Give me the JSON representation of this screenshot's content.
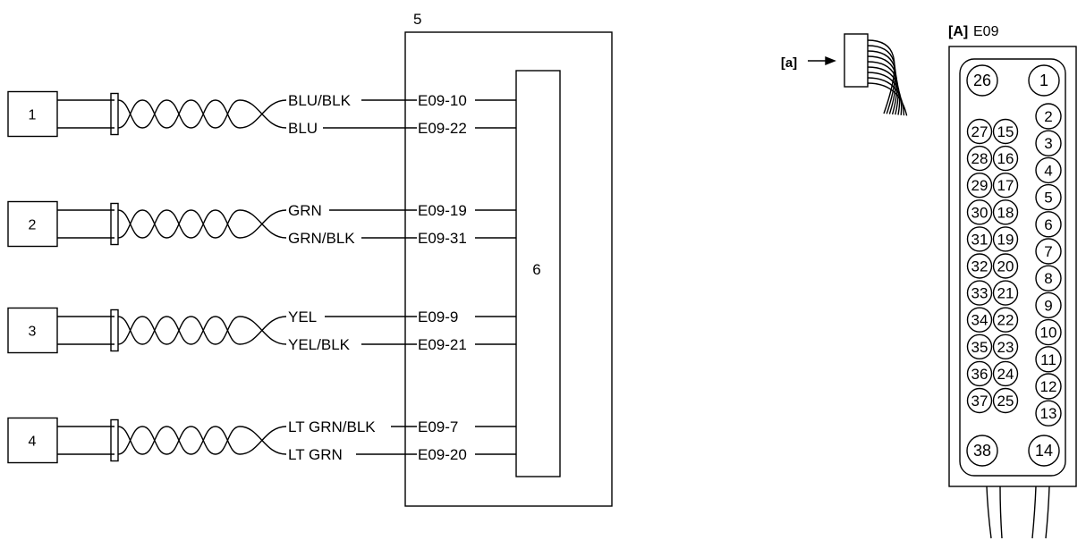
{
  "sensors": [
    {
      "label": "1"
    },
    {
      "label": "2"
    },
    {
      "label": "3"
    },
    {
      "label": "4"
    }
  ],
  "ecu": {
    "label": "5",
    "inner_label": "6"
  },
  "wires": [
    {
      "color": "BLU/BLK",
      "terminal": "E09-10"
    },
    {
      "color": "BLU",
      "terminal": "E09-22"
    },
    {
      "color": "GRN",
      "terminal": "E09-19"
    },
    {
      "color": "GRN/BLK",
      "terminal": "E09-31"
    },
    {
      "color": "YEL",
      "terminal": "E09-9"
    },
    {
      "color": "YEL/BLK",
      "terminal": "E09-21"
    },
    {
      "color": "LT GRN/BLK",
      "terminal": "E09-7"
    },
    {
      "color": "LT GRN",
      "terminal": "E09-20"
    }
  ],
  "connector_view": {
    "marker": "[a]"
  },
  "connector": {
    "tag": "[A]",
    "name": "E09",
    "pins": {
      "top_left": "26",
      "top_right": "1",
      "col_a": [
        "27",
        "28",
        "29",
        "30",
        "31",
        "32",
        "33",
        "34",
        "35",
        "36",
        "37"
      ],
      "col_b": [
        "15",
        "16",
        "17",
        "18",
        "19",
        "20",
        "21",
        "22",
        "23",
        "24",
        "25"
      ],
      "col_c": [
        "2",
        "3",
        "4",
        "5",
        "6",
        "7",
        "8",
        "9",
        "10",
        "11",
        "12",
        "13"
      ],
      "bottom_left": "38",
      "bottom_right": "14"
    }
  }
}
